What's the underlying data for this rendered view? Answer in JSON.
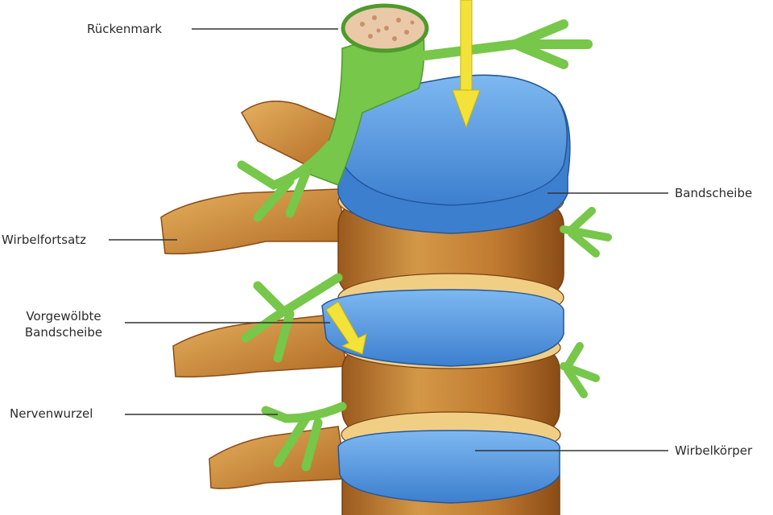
{
  "labels": {
    "spinal_cord": "Rückenmark",
    "disc": "Bandscheibe",
    "process": "Wirbelfortsatz",
    "herniated_line1": "Vorgewölbte",
    "herniated_line2": "Bandscheibe",
    "nerve_root": "Nervenwurzel",
    "vertebral_body": "Wirbelkörper"
  },
  "colors": {
    "bone": "#c98a3a",
    "bone_light": "#f2d28a",
    "disc": "#5b9fe0",
    "disc_dark": "#2f6db8",
    "nerve": "#7ed957",
    "arrow": "#f3e23a",
    "leader": "#333333"
  }
}
